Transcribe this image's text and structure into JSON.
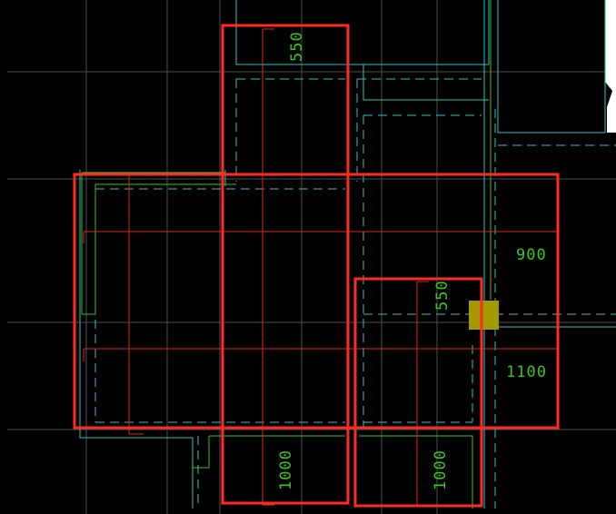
{
  "drawing": {
    "background": "#000000",
    "colors": {
      "grid": "#4a4f4a",
      "cyan": "#2fc2c2",
      "green": "#39c51a",
      "red_line": "#e0261e",
      "highlight_box": "#ff2a24",
      "marker": "#a49a00",
      "white_panel": "#ffffff"
    },
    "labels": {
      "dim_550_top": "550",
      "dim_550_mid": "550",
      "dim_900": "900",
      "dim_1100": "1100",
      "dim_1000_left": "1000",
      "dim_1000_right": "1000"
    }
  }
}
